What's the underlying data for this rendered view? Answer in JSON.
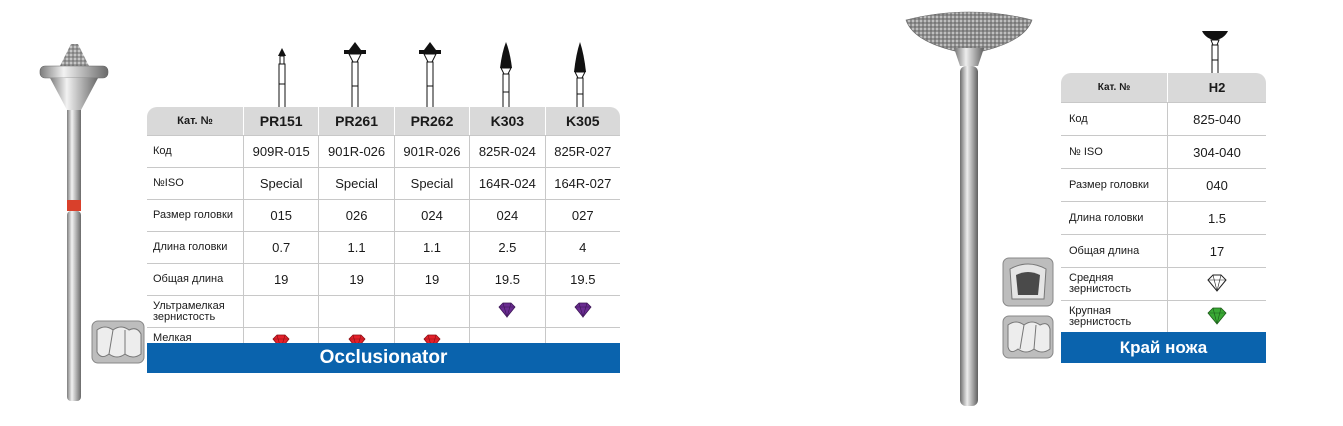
{
  "left_table": {
    "header": [
      "Кат. №",
      "PR151",
      "PR261",
      "PR262",
      "K303",
      "K305"
    ],
    "rows": [
      {
        "label": "Код",
        "values": [
          "909R-015",
          "901R-026",
          "901R-026",
          "825R-024",
          "825R-027"
        ]
      },
      {
        "label": "№ISO",
        "values": [
          "Special",
          "Special",
          "Special",
          "164R-024",
          "164R-027"
        ]
      },
      {
        "label": "Размер головки",
        "values": [
          "015",
          "026",
          "024",
          "024",
          "027"
        ]
      },
      {
        "label": "Длина головки",
        "values": [
          "0.7",
          "1.1",
          "1.1",
          "2.5",
          "4"
        ]
      },
      {
        "label": "Общая длина",
        "values": [
          "19",
          "19",
          "19",
          "19.5",
          "19.5"
        ]
      },
      {
        "label": "Ультрамелкая зернистость",
        "marks": [
          false,
          false,
          false,
          true,
          true
        ],
        "mark_color": "#6a2c91"
      },
      {
        "label": "Мелкая зернистость",
        "marks": [
          true,
          true,
          true,
          false,
          false
        ],
        "mark_color": "#e4202a"
      }
    ],
    "banner": "Occlusionator"
  },
  "right_table": {
    "header": [
      "Кат. №",
      "H2"
    ],
    "rows": [
      {
        "label": "Код",
        "value": "825-040"
      },
      {
        "label": "№ ISO",
        "value": "304-040"
      },
      {
        "label": "Размер головки",
        "value": "040"
      },
      {
        "label": "Длина головки",
        "value": "1.5"
      },
      {
        "label": "Общая длина",
        "value": "17"
      },
      {
        "label": "Средняя зернистость",
        "mark": "outline"
      },
      {
        "label": "Крупная зернистость",
        "mark": "filled",
        "mark_color": "#3aa935"
      }
    ],
    "banner": "Край ножа"
  },
  "colors": {
    "banner": "#0a63ad",
    "header_bg": "#d9d9d9",
    "ring_red": "#d9402b"
  }
}
